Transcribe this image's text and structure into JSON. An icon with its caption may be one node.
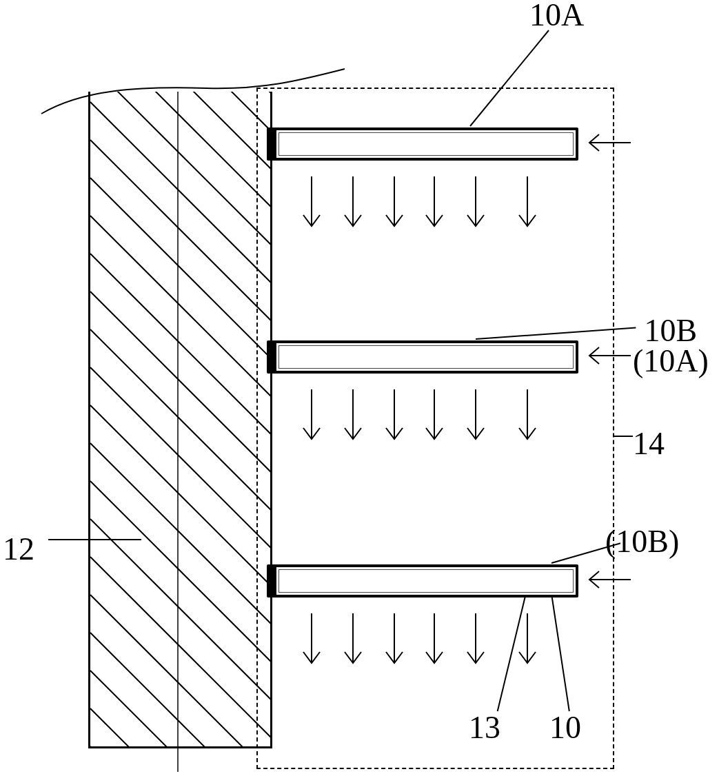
{
  "diagram": {
    "nodes": [
      {
        "text": [
          "10A"
        ]
      },
      {
        "text": [],
        "shape": "box"
      },
      {
        "text": [],
        "shape": "bar",
        "in": 1
      },
      {
        "text": [
          "10B",
          "(10A)"
        ]
      },
      {
        "text": [],
        "shape": "bar",
        "in": 1
      },
      {
        "text": [
          "14"
        ]
      },
      {
        "text": [
          "(10B)"
        ]
      },
      {
        "text": [
          "12"
        ]
      },
      {
        "text": [],
        "shape": "box"
      },
      {
        "text": [],
        "shape": "bar",
        "in": 1
      },
      {
        "text": [
          "13"
        ],
        "in": 1
      },
      {
        "text": [
          "10"
        ],
        "in": 1
      }
    ],
    "edges": [
      {
        "from": 0,
        "to": 2,
        "arrow": "none"
      },
      {
        "from": 3,
        "to": 4,
        "arrow": "none"
      },
      {
        "from": 5,
        "to": 1,
        "arrow": "none"
      },
      {
        "from": 6,
        "to": 9,
        "arrow": "none"
      },
      {
        "from": 7,
        "to": 8,
        "arrow": "none"
      },
      {
        "from": 10,
        "to": 9,
        "arrow": "none"
      },
      {
        "from": 11,
        "to": 9,
        "arrow": "none"
      }
    ]
  }
}
